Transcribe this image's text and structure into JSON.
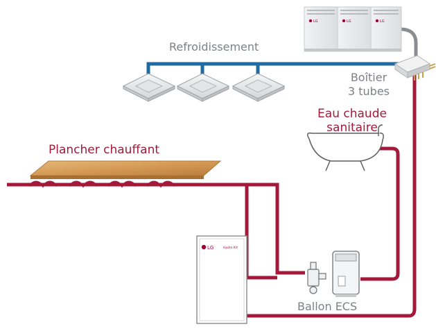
{
  "labels": {
    "cooling": "Refroidissement",
    "box_line1": "Boîtier",
    "box_line2": "3 tubes",
    "dhw_line1": "Eau chaude",
    "dhw_line2": "sanitaire",
    "floor": "Plancher chauffant",
    "tank": "Ballon ECS"
  },
  "unit_text": {
    "brand": "LG",
    "hydro_brand": "LG",
    "hydro_model": "Hydro Kit"
  },
  "colors": {
    "cooling_pipe": "#1f6aa0",
    "heating_pipe": "#a4193a",
    "label_grey": "#7d8186",
    "label_red": "#a4193a",
    "wood": "#d9a461",
    "lg_logo": "#a50034"
  }
}
